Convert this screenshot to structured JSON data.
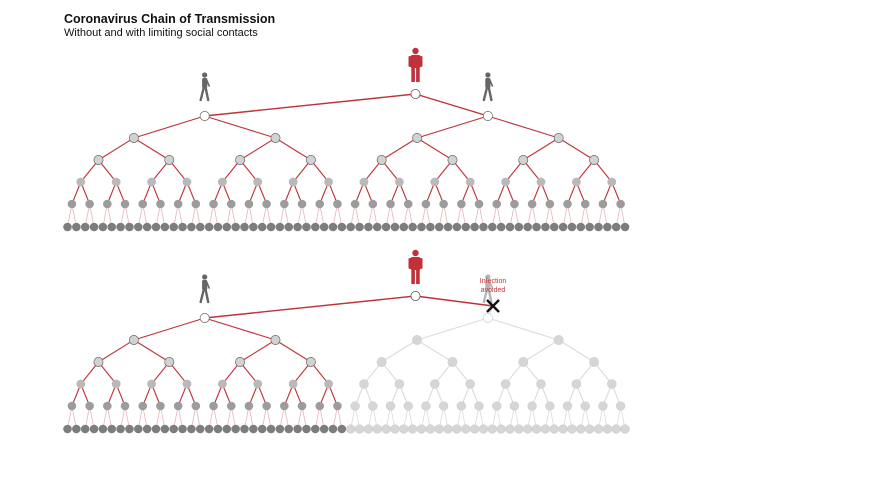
{
  "title": "Coronavirus Chain of Transmission",
  "subtitle": "Without and with limiting social contacts",
  "annotation": {
    "line1": "Infection",
    "line2": "avoided"
  },
  "colors": {
    "link_active": "#c0313a",
    "link_faded": "#dcdcdc",
    "source_person": "#c0313a",
    "person": "#666666",
    "person_avoided": "#b5b5b5",
    "node_open": "#ffffff",
    "node_level1": "#d2d2d2",
    "node_level2": "#b9b9b9",
    "node_level3": "#9c9c9c",
    "node_leaf": "#7d7d7d",
    "node_faded": "#d6d6d6",
    "cross": "#111111"
  },
  "icons": {
    "source": "person-standing-icon",
    "contact": "person-walking-icon",
    "avoided": "x-mark-icon"
  },
  "diagrams": [
    {
      "name": "without-limiting",
      "branches": [
        {
          "side": "left",
          "state": "infected"
        },
        {
          "side": "right",
          "state": "infected"
        }
      ]
    },
    {
      "name": "with-limiting",
      "branches": [
        {
          "side": "left",
          "state": "infected"
        },
        {
          "side": "right",
          "state": "avoided"
        }
      ]
    }
  ]
}
